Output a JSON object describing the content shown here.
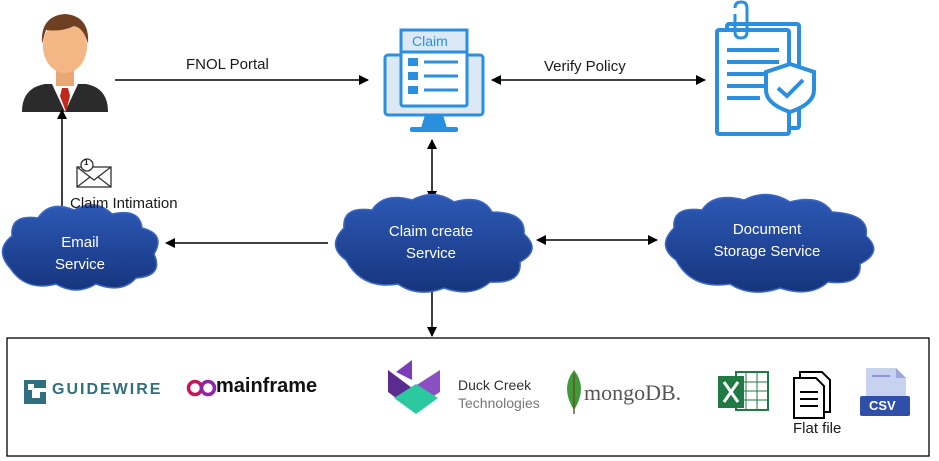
{
  "diagram": {
    "edges": {
      "fnol": "FNOL Portal",
      "verify": "Verify Policy",
      "intimation": "Claim Intimation"
    },
    "nodes": {
      "monitor_title": "Claim",
      "email_line1": "Email",
      "email_line2": "Service",
      "claim_line1": "Claim create",
      "claim_line2": "Service",
      "doc_line1": "Document",
      "doc_line2": "Storage Service"
    },
    "systems": {
      "guidewire": "GUIDEWIRE",
      "mainframe": "mainframe",
      "duckcreek_line1": "Duck Creek",
      "duckcreek_line2": "Technologies",
      "mongodb": "mongoDB.",
      "flatfile": "Flat file",
      "csv": "CSV"
    },
    "envelope_badge": "1"
  },
  "colors": {
    "cloud": "#1b3f8f",
    "cloud_edge": "#2a56b0",
    "icon_blue": "#2b8fe0",
    "guidewire": "#2f6f80",
    "mongo_green": "#3f9b3a",
    "excel_green": "#1f7a44"
  }
}
